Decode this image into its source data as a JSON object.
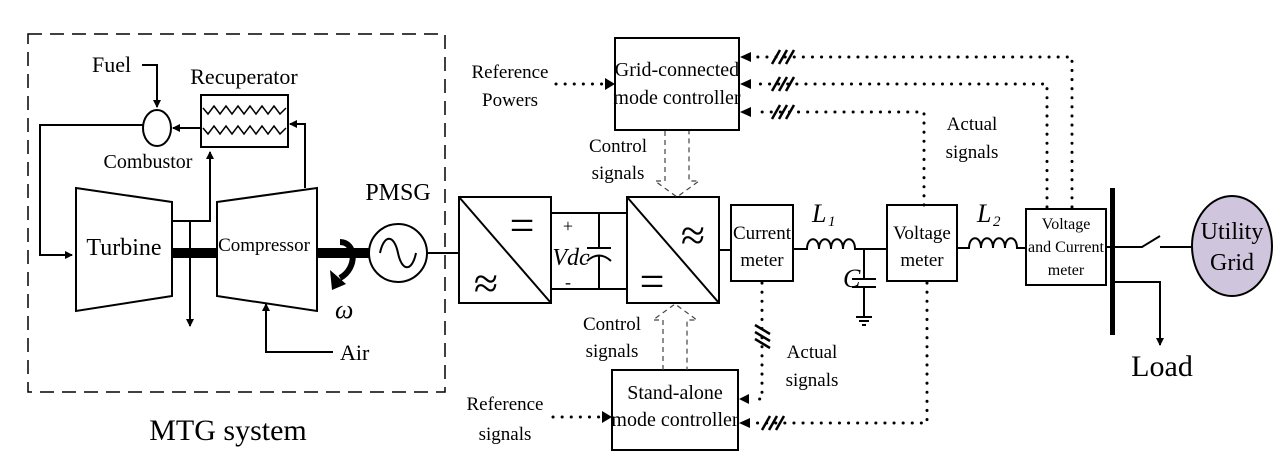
{
  "mtg": {
    "group_label": "MTG system",
    "fuel": "Fuel",
    "recuperator": "Recuperator",
    "combustor": "Combustor",
    "turbine": "Turbine",
    "compressor": "Compressor",
    "air": "Air",
    "omega": "ω",
    "pmsg": "PMSG"
  },
  "converters": {
    "rectifier_top_symbol": "=",
    "rectifier_bottom_symbol": "≈",
    "inverter_top_symbol": "≈",
    "inverter_bottom_symbol": "=",
    "dc_plus": "+",
    "dc_minus": "-",
    "vdc": "Vdc"
  },
  "controllers": {
    "grid_connected": [
      "Grid-connected",
      "mode controller"
    ],
    "stand_alone": [
      "Stand-alone",
      "mode controller"
    ],
    "reference_powers": [
      "Reference",
      "Powers"
    ],
    "reference_signals": [
      "Reference",
      "signals"
    ],
    "control_signals_top": [
      "Control",
      "signals"
    ],
    "control_signals_bottom": [
      "Control",
      "signals"
    ]
  },
  "filter": {
    "current_meter": [
      "Current",
      "meter"
    ],
    "l1": "L",
    "l1_sub": "1",
    "c": "C",
    "voltage_meter": [
      "Voltage",
      "meter"
    ],
    "l2": "L",
    "l2_sub": "2",
    "vc_meter": [
      "Voltage",
      "and Current",
      "meter"
    ]
  },
  "grid": {
    "actual_signals_top": [
      "Actual",
      "signals"
    ],
    "actual_signals_bottom": [
      "Actual",
      "signals"
    ],
    "load": "Load",
    "utility_grid": [
      "Utility",
      "Grid"
    ],
    "utility_fill": "#cfc5dd"
  }
}
